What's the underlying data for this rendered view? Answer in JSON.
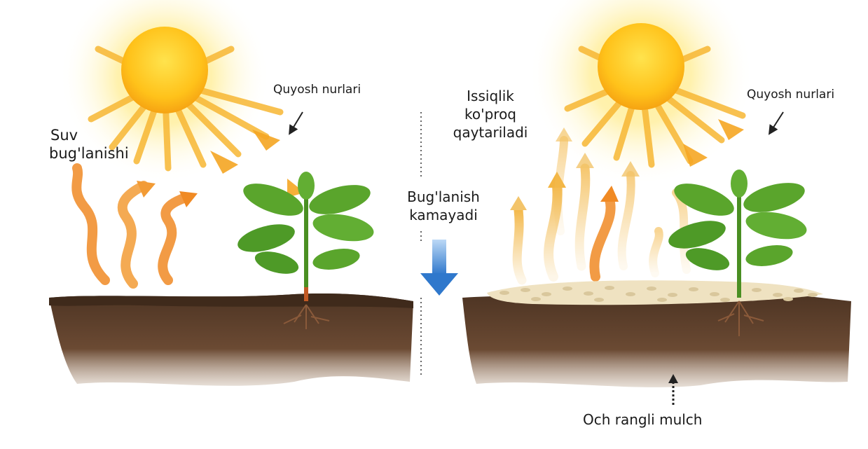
{
  "left_panel": {
    "sun_rays_label": "Quyosh nurlari",
    "evaporation_label": [
      "Suv",
      "bug'lanishi"
    ]
  },
  "middle": {
    "reduced_evaporation_label": [
      "Bug'lanish",
      "kamayadi"
    ]
  },
  "right_panel": {
    "heat_reflected_label": [
      "Issiqlik",
      "ko'proq",
      "qaytariladi"
    ],
    "sun_rays_label": "Quyosh nurlari",
    "mulch_label": "Och rangli mulch"
  },
  "colors": {
    "sun_core": "#ffd21f",
    "sun_glow": "#ffe66b",
    "ray": "#f7b733",
    "evaporation_arrow": "#f08a24",
    "heat_arrow": "#f3c46a",
    "soil": "#5a3e2b",
    "mulch": "#efe2c1",
    "leaf": "#5aa52c",
    "down_arrow": "#2f7fd1"
  }
}
